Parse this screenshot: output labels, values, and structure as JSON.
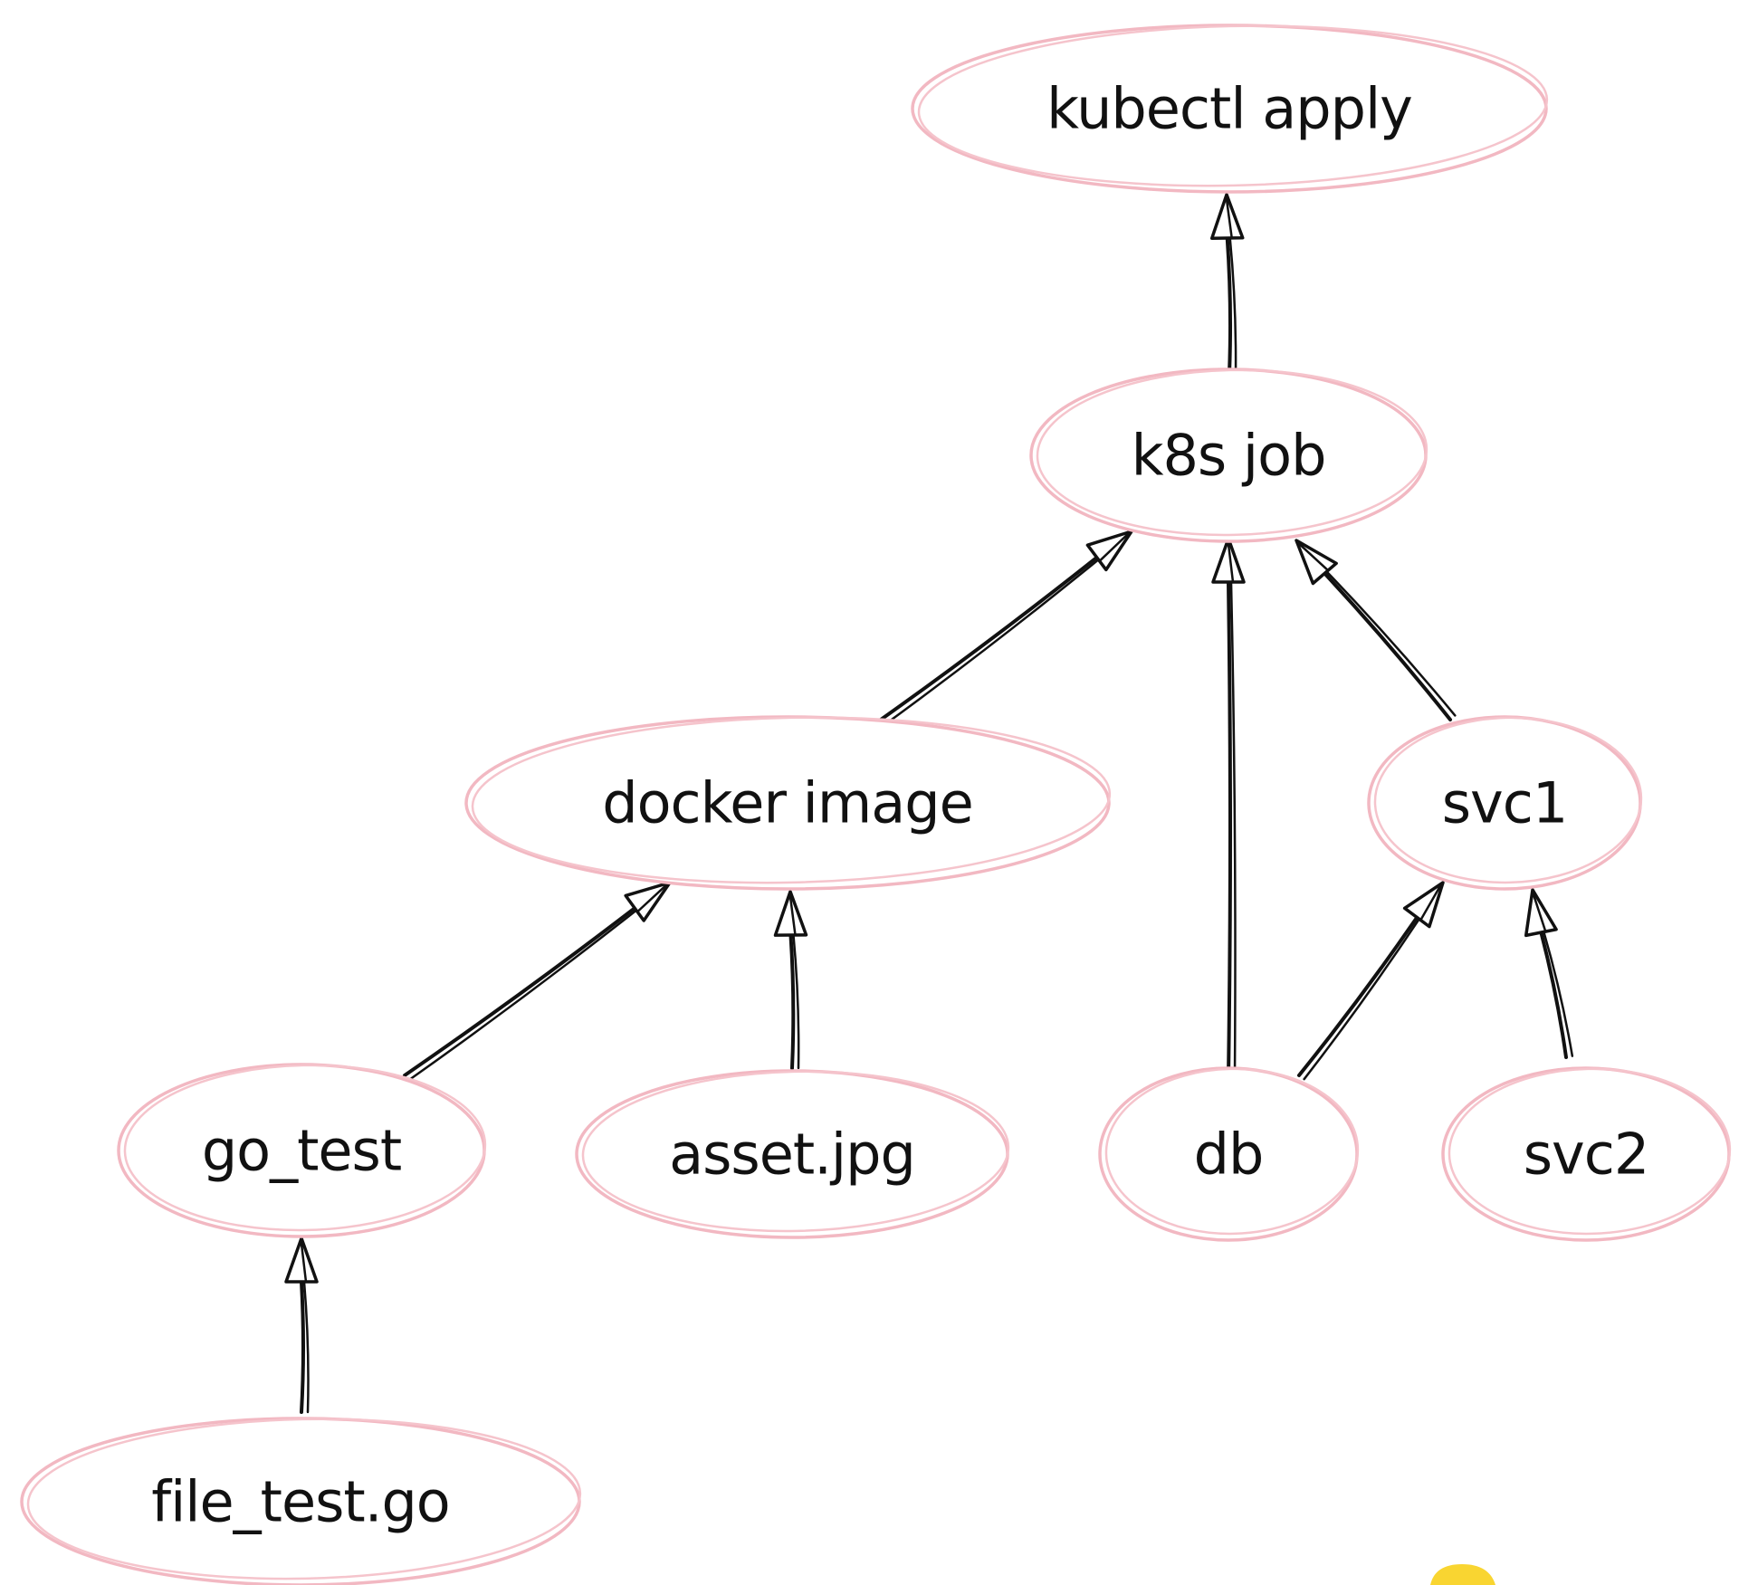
{
  "diagram": {
    "nodes": [
      {
        "id": "kubectl_apply",
        "label": "kubectl apply"
      },
      {
        "id": "k8s_job",
        "label": "k8s job"
      },
      {
        "id": "docker_image",
        "label": "docker image"
      },
      {
        "id": "svc1",
        "label": "svc1"
      },
      {
        "id": "go_test",
        "label": "go_test"
      },
      {
        "id": "asset_jpg",
        "label": "asset.jpg"
      },
      {
        "id": "db",
        "label": "db"
      },
      {
        "id": "svc2",
        "label": "svc2"
      },
      {
        "id": "file_test_go",
        "label": "file_test.go"
      }
    ],
    "edges": [
      {
        "from": "k8s_job",
        "to": "kubectl_apply"
      },
      {
        "from": "docker_image",
        "to": "k8s_job"
      },
      {
        "from": "db",
        "to": "k8s_job"
      },
      {
        "from": "svc1",
        "to": "k8s_job"
      },
      {
        "from": "go_test",
        "to": "docker_image"
      },
      {
        "from": "asset_jpg",
        "to": "docker_image"
      },
      {
        "from": "db",
        "to": "svc1"
      },
      {
        "from": "svc2",
        "to": "svc1"
      },
      {
        "from": "file_test_go",
        "to": "go_test"
      }
    ],
    "colors": {
      "node_stroke": "#f2b8c2",
      "edge": "#111111",
      "bubble": "#f9d531"
    }
  }
}
